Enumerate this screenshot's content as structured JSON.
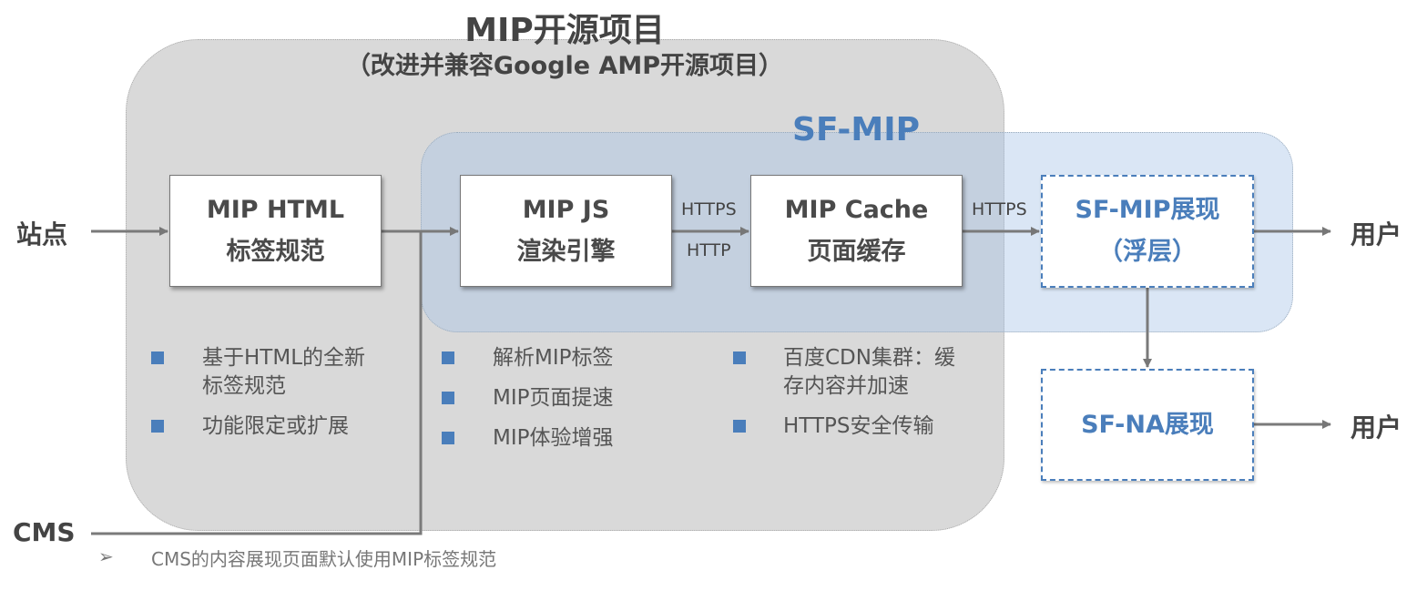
{
  "title": "MIP开源项目",
  "subtitle": "（改进并兼容Google AMP开源项目）",
  "sf_mip_label": "SF-MIP",
  "colors": {
    "accent_blue": "#4a7ebb",
    "gray_zone": "#d9d9d9",
    "text": "#4a4a4a"
  },
  "sources": {
    "site": "站点",
    "cms": "CMS"
  },
  "targets": {
    "user1": "用户",
    "user2": "用户"
  },
  "boxes": {
    "mip_html": {
      "line1": "MIP HTML",
      "line2": "标签规范"
    },
    "mip_js": {
      "line1": "MIP JS",
      "line2": "渲染引擎"
    },
    "mip_cache": {
      "line1": "MIP Cache",
      "line2": "页面缓存"
    },
    "sf_mip_show": {
      "line1": "SF-MIP展现",
      "line2": "（浮层）"
    },
    "sf_na_show": {
      "line1": "SF-NA展现"
    }
  },
  "protocols": {
    "js_to_cache_top": "HTTPS",
    "js_to_cache_bottom": "HTTP",
    "cache_to_sf": "HTTPS"
  },
  "bullets": {
    "html": [
      "基于HTML的全新标签规范",
      "功能限定或扩展"
    ],
    "js": [
      "解析MIP标签",
      "MIP页面提速",
      "MIP体验增强"
    ],
    "cache": [
      "百度CDN集群：缓存内容并加速",
      "HTTPS安全传输"
    ]
  },
  "footnote": "CMS的内容展现页面默认使用MIP标签规范"
}
